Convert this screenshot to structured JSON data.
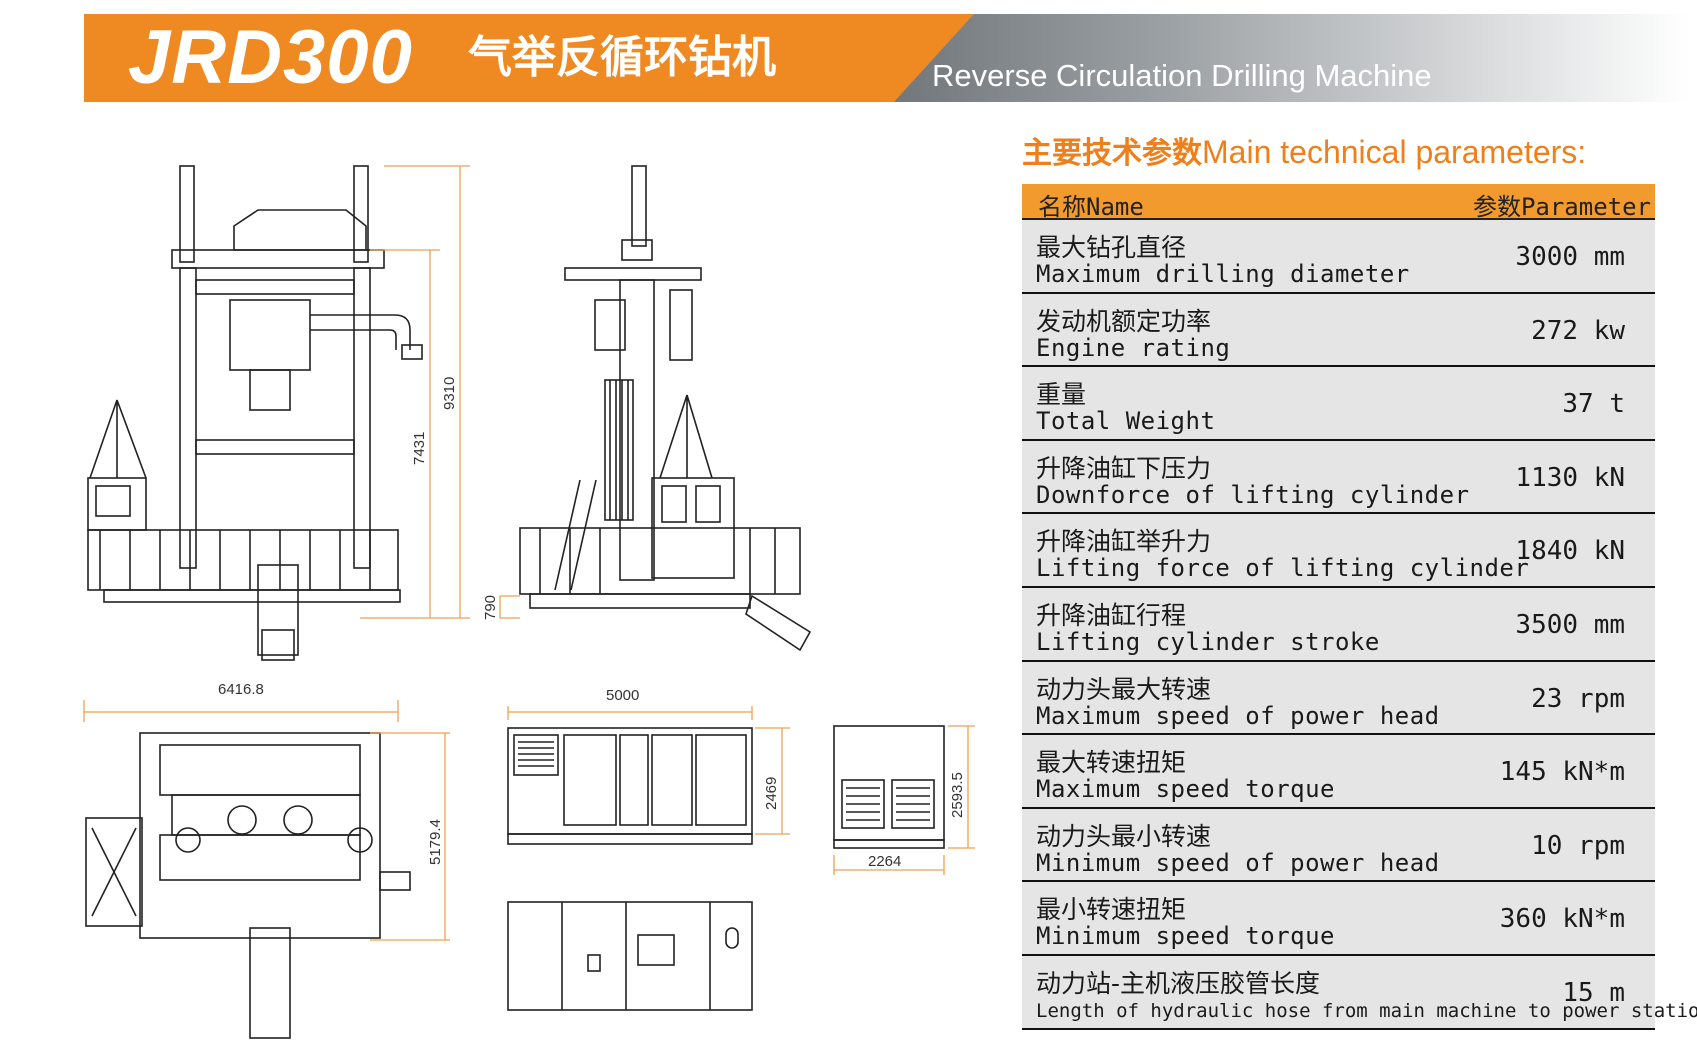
{
  "header": {
    "model": "JRD300",
    "title_cn": "气举反循环钻机",
    "title_en": "Reverse Circulation Drilling Machine"
  },
  "params": {
    "title_cn": "主要技术参数",
    "title_en": "Main technical parameters:",
    "header_name": "名称Name",
    "header_param": "参数Parameter",
    "rows": [
      {
        "cn": "最大钻孔直径",
        "en": "Maximum drilling diameter",
        "value": "3000 mm"
      },
      {
        "cn": "发动机额定功率",
        "en": "Engine rating",
        "value": "272 kw"
      },
      {
        "cn": "重量",
        "en": "Total Weight",
        "value": "37 t"
      },
      {
        "cn": "升降油缸下压力",
        "en": "Downforce of lifting cylinder",
        "value": "1130 kN"
      },
      {
        "cn": "升降油缸举升力",
        "en": "Lifting force of lifting cylinder",
        "value": "1840 kN"
      },
      {
        "cn": "升降油缸行程",
        "en": "Lifting cylinder stroke",
        "value": "3500 mm"
      },
      {
        "cn": "动力头最大转速",
        "en": "Maximum speed of power head",
        "value": "23 rpm"
      },
      {
        "cn": "最大转速扭矩",
        "en": "Maximum speed torque",
        "value": "145 kN*m"
      },
      {
        "cn": "动力头最小转速",
        "en": "Minimum speed of power head",
        "value": "10 rpm"
      },
      {
        "cn": "最小转速扭矩",
        "en": "Minimum speed torque",
        "value": "360 kN*m"
      },
      {
        "cn": "动力站-主机液压胶管长度",
        "en": "Length of hydraulic hose from main machine to power station",
        "value": "15 m"
      }
    ]
  },
  "dimensions": {
    "front_height_total": "9310",
    "front_height_frame": "7431",
    "side_base_height": "790",
    "top_width": "6416.8",
    "top_depth": "5179.4",
    "station_length": "5000",
    "station_height": "2469",
    "station_width": "2264",
    "station_height_end": "2593.5"
  },
  "colors": {
    "accent_orange": "#ef8a22",
    "table_header": "#f39a2f",
    "row_bg": "#e5e5e5",
    "dimension_orange": "#f0a050"
  }
}
